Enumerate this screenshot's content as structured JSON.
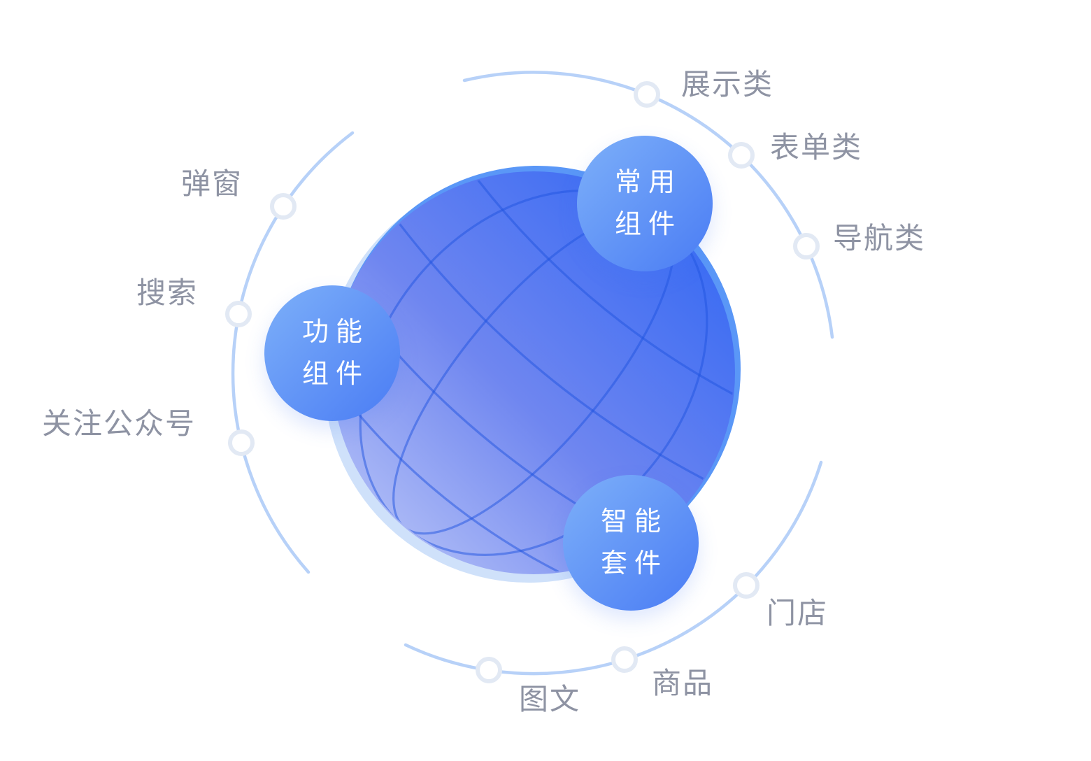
{
  "diagram_type": "component-ecosystem-orbit",
  "colors": {
    "background": "#ffffff",
    "globe_gradient_light": "#c3cdf8",
    "globe_gradient_mid": "#6f86f0",
    "globe_gradient_deep": "#2b64f4",
    "globe_rim_pale": "#cfe1fa",
    "globe_rim_bright": "#5a97f7",
    "globe_grid_line": "rgba(32,84,224,0.5)",
    "orbit_arc": "#b7d1f8",
    "node_fill": "#ffffff",
    "node_ring": "#e2e9f4",
    "label_text": "#8e93a3",
    "badge_gradient_start": "#7db0f9",
    "badge_gradient_end": "#4a7cf4",
    "badge_text": "#ffffff"
  },
  "badges": [
    {
      "id": "common-components",
      "line1": "常用",
      "line2": "组件"
    },
    {
      "id": "function-components",
      "line1": "功能",
      "line2": "组件"
    },
    {
      "id": "smart-suite",
      "line1": "智能",
      "line2": "套件"
    }
  ],
  "orbit_labels": [
    {
      "id": "display-category",
      "text": "展示类"
    },
    {
      "id": "form-category",
      "text": "表单类"
    },
    {
      "id": "navigation-category",
      "text": "导航类"
    },
    {
      "id": "store",
      "text": "门店"
    },
    {
      "id": "goods",
      "text": "商品"
    },
    {
      "id": "image-text",
      "text": "图文"
    },
    {
      "id": "popup",
      "text": "弹窗"
    },
    {
      "id": "search",
      "text": "搜索"
    },
    {
      "id": "follow-official-account",
      "text": "关注公众号"
    }
  ]
}
